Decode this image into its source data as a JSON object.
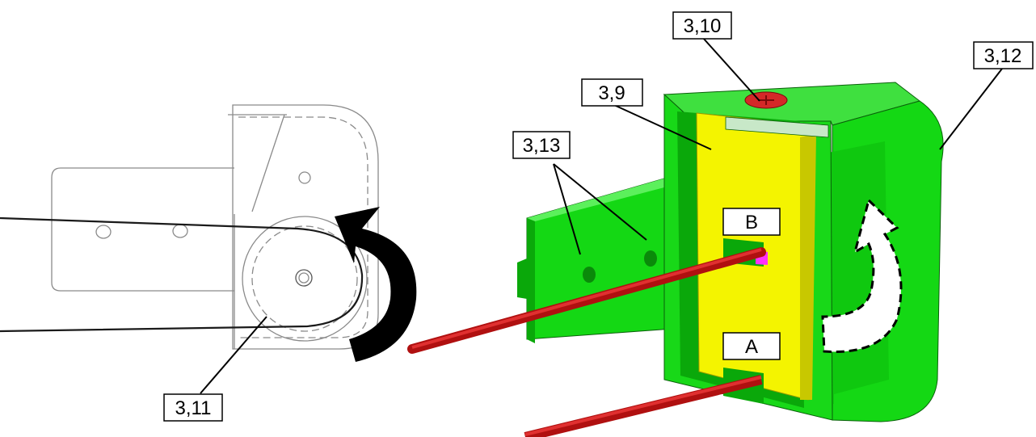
{
  "labels": {
    "part_3_9": "3,9",
    "part_3_10": "3,10",
    "part_3_11": "3,11",
    "part_3_12": "3,12",
    "part_3_13": "3,13",
    "point_a": "A",
    "point_b": "B"
  },
  "colors": {
    "housing": "#14d814",
    "housing_dark": "#0aa80a",
    "insert": "#f4f400",
    "rod": "#cc1818",
    "screw": "#d42828",
    "line_art": "#8a8a8a"
  },
  "icons": {
    "rotation_arrow_left": "curved-arrow-icon",
    "rotation_arrow_right": "dashed-curved-arrow-icon"
  }
}
